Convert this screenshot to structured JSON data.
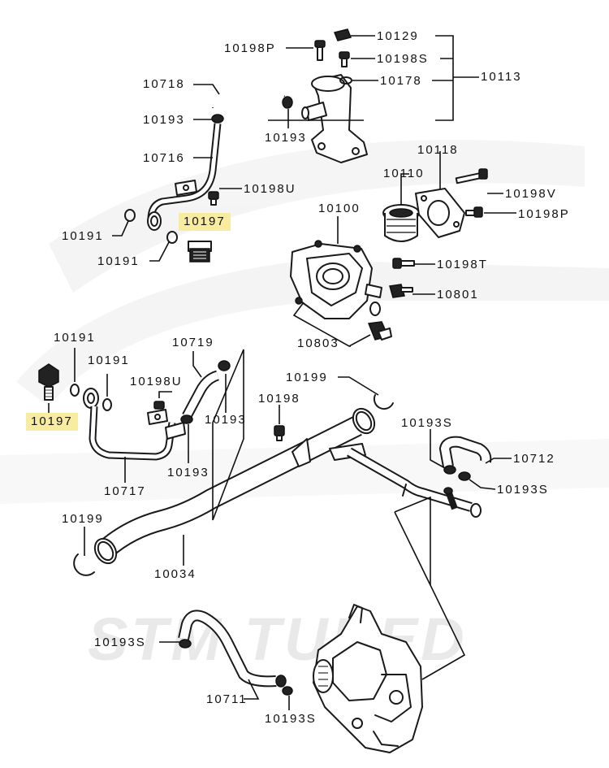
{
  "diagram": {
    "watermark": "STM TUNED",
    "labels": {
      "p10129": "10129",
      "p10198P_top": "10198P",
      "p10198S_top": "10198S",
      "p10178": "10178",
      "p10113": "10113",
      "p10718": "10718",
      "p10193_a": "10193",
      "p10193_b": "10193",
      "p10716": "10716",
      "p10198U_top": "10198U",
      "p10197_top": "10197",
      "p10191_a": "10191",
      "p10191_b": "10191",
      "p10118": "10118",
      "p10110": "10110",
      "p10198V": "10198V",
      "p10198P_right": "10198P",
      "p10100": "10100",
      "p10198T": "10198T",
      "p10801": "10801",
      "p10803": "10803",
      "p10191_c": "10191",
      "p10191_d": "10191",
      "p10719": "10719",
      "p10198U_mid": "10198U",
      "p10199_a": "10199",
      "p10198": "10198",
      "p10197_left": "10197",
      "p10193_c": "10193",
      "p10193_d": "10193",
      "p10717": "10717",
      "p10193S_a": "10193S",
      "p10712": "10712",
      "p10193S_b": "10193S",
      "p10199_b": "10199",
      "p10034": "10034",
      "p10193S_c": "10193S",
      "p10711": "10711",
      "p10193S_d": "10193S"
    },
    "highlight_color": "#f7eca0"
  }
}
